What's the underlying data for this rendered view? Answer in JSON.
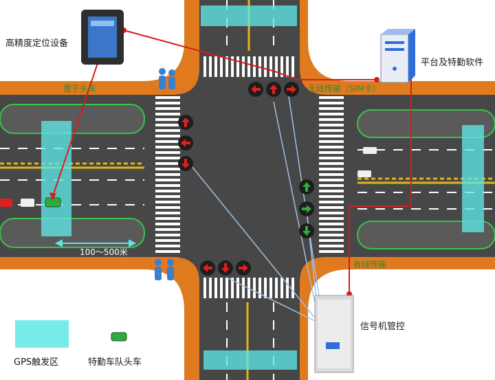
{
  "labels": {
    "gps_device": "高精度定位设备",
    "platform": "平台及特勤软件",
    "head_car_placement": "置于头车",
    "wireless": "无线传输（SIM卡）",
    "wired": "有线传输",
    "distance": "100～500米",
    "controller": "信号机管控",
    "legend_gps": "GPS触发区",
    "legend_car": "特勤车队头车"
  },
  "colors": {
    "sidewalk": "#e07a1f",
    "road": "#4a4a4a",
    "gps_zone": "#5fe6e6",
    "signal_red": "#e02020",
    "signal_green": "#2fae3c",
    "link_red": "#d81c1c",
    "link_blue": "#9fc3e6",
    "median_green": "#3cc24a"
  },
  "icons": {
    "tablet": "tablet-icon",
    "server": "server-icon",
    "cabinet": "signal-cabinet-icon",
    "pedestrian": "pedestrian-icon",
    "car": "car-icon"
  }
}
